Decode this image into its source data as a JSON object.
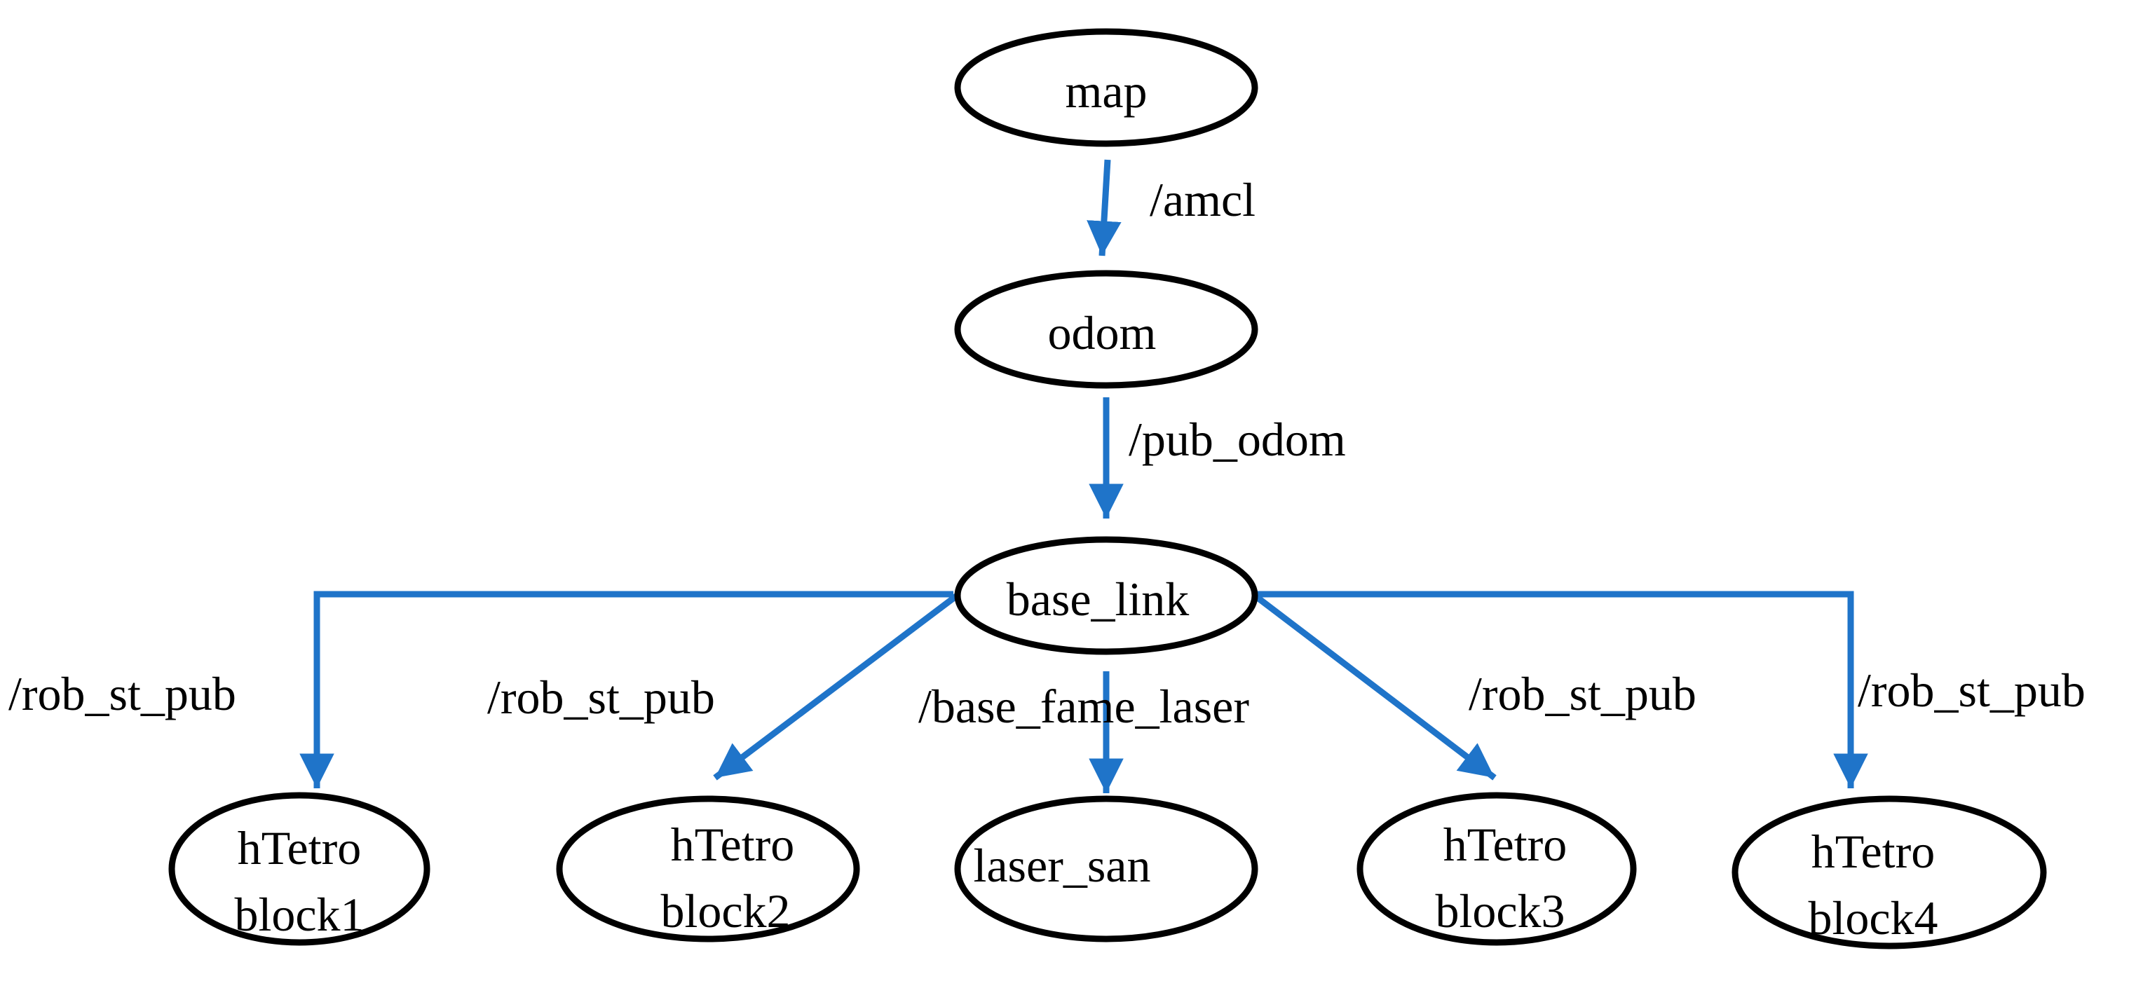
{
  "diagram": {
    "edge_color": "#1f74c9",
    "node_stroke_color": "#000000",
    "nodes": {
      "map": {
        "lines": [
          "map"
        ]
      },
      "odom": {
        "lines": [
          "odom"
        ]
      },
      "base_link": {
        "lines": [
          "base_link"
        ]
      },
      "block1": {
        "lines": [
          "hTetro",
          "block1"
        ]
      },
      "block2": {
        "lines": [
          "hTetro",
          "block2"
        ]
      },
      "laser": {
        "lines": [
          "laser_san"
        ]
      },
      "block3": {
        "lines": [
          "hTetro",
          "block3"
        ]
      },
      "block4": {
        "lines": [
          "hTetro",
          "block4"
        ]
      }
    },
    "edges": [
      {
        "from": "map",
        "to": "odom",
        "label": "/amcl"
      },
      {
        "from": "odom",
        "to": "base_link",
        "label": "/pub_odom"
      },
      {
        "from": "base_link",
        "to": "block1",
        "label": "/rob_st_pub"
      },
      {
        "from": "base_link",
        "to": "block2",
        "label": "/rob_st_pub"
      },
      {
        "from": "base_link",
        "to": "laser",
        "label": "/base_fame_laser"
      },
      {
        "from": "base_link",
        "to": "block3",
        "label": "/rob_st_pub"
      },
      {
        "from": "base_link",
        "to": "block4",
        "label": "/rob_st_pub"
      }
    ]
  }
}
